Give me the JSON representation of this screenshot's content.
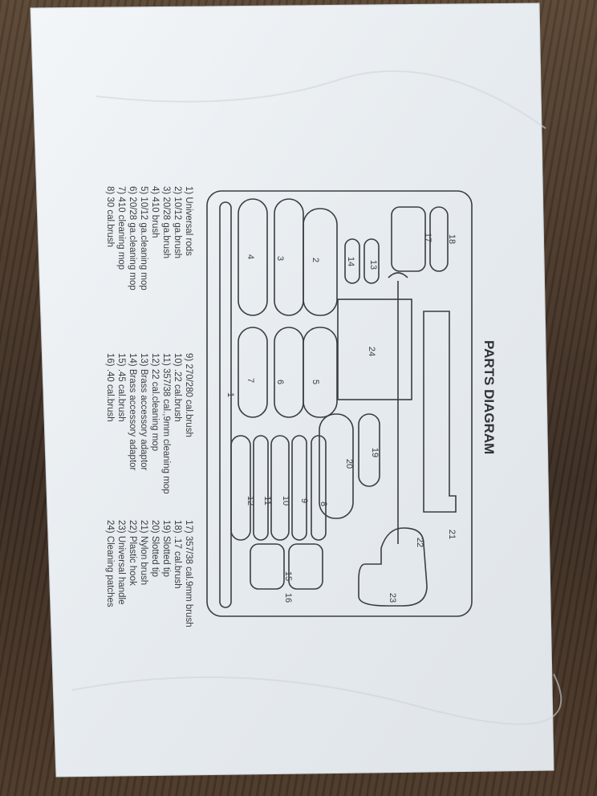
{
  "title": "PARTS DIAGRAM",
  "legend": {
    "col1": [
      "1) Universal rods",
      "2) 10/12 ga.brush",
      "3) 20/28 ga.brush",
      "4) 410 brush",
      "5) 10/12 ga.cleaning mop",
      "6) 20/28 ga.cleaning mop",
      "7) 410 cleaning mop",
      "8) 30 cal.brush"
    ],
    "col2": [
      "9) 270/280 cal.brush",
      "10) .22 cal.brush",
      "11) 357/38 cal.,9mm cleaning mop",
      "12) 22 cal.cleaning mop",
      "13) Brass accessory adaptor",
      "14) Brass accessory adaptor",
      "15) .45 cal.brush",
      "16) .40 cal.brush"
    ],
    "col3": [
      "17) 357/38 cal.9mm brush",
      "18) .17 cal.brush",
      "19) Slotted tip",
      "20) Slotted tip",
      "21) Nylon brush",
      "22) Plastic hook",
      "23) Universal handle",
      "24) Cleaning patches"
    ]
  },
  "diagram": {
    "numbers": [
      "1",
      "2",
      "3",
      "4",
      "5",
      "6",
      "7",
      "8",
      "9",
      "10",
      "11",
      "12",
      "13",
      "14",
      "15",
      "16",
      "17",
      "18",
      "19",
      "20",
      "21",
      "22",
      "23",
      "24"
    ]
  },
  "colors": {
    "paper": "#e9eef2",
    "ink": "#3a3d42",
    "table": "#4a3a2c"
  }
}
